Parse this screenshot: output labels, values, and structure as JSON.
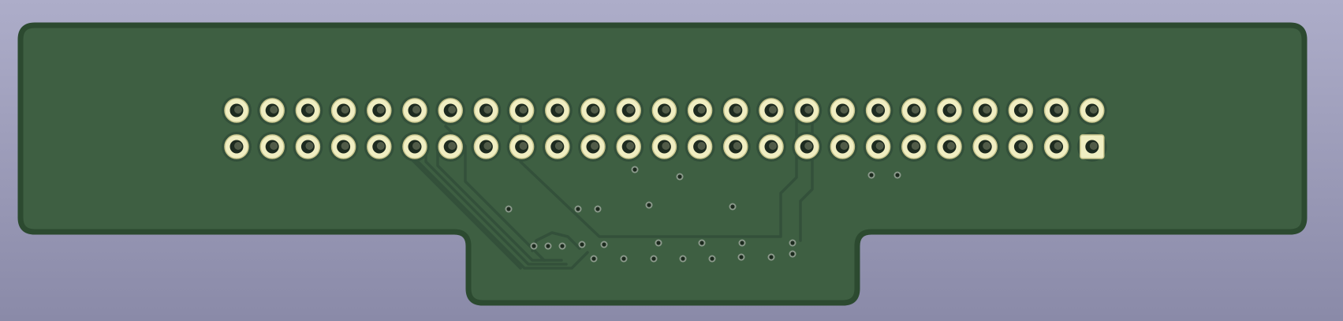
{
  "scene": {
    "description_label": "",
    "colors": {
      "background_top": "#adadc9",
      "background_bottom": "#8a8aa8",
      "board_outline": "#2c4a30",
      "board_fill": "#3e5f42",
      "trace": "#33503a",
      "pad_ring": "#f0eec2",
      "pad_ring_edge": "#c9c68e",
      "pad_hole": "#1d2a1f",
      "via_ring": "#8c9a8c",
      "via_hole": "#1c2a1e"
    },
    "header": {
      "rows": 2,
      "columns": 25,
      "pin1_pad_shape": "square"
    },
    "via_count": 26
  }
}
